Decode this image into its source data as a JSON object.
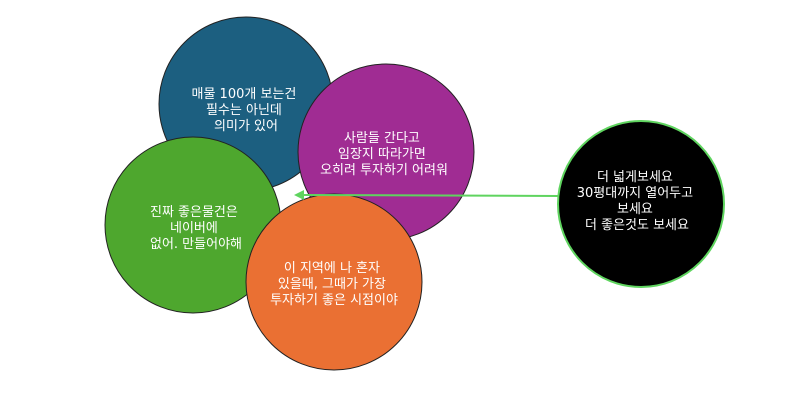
{
  "bubbles": [
    {
      "id": "bubble-listings",
      "color": "#1c5f80",
      "lines": [
        "매물 100개 보는건",
        "필수는 아닌데",
        "의미가 있어"
      ]
    },
    {
      "id": "bubble-field-trip",
      "color": "#a02c93",
      "lines": [
        "사람들 간다고",
        "임장지 따라가면",
        "오히려 투자하기 어려워"
      ]
    },
    {
      "id": "bubble-good-property",
      "color": "#4ea72e",
      "lines": [
        "진짜 좋은물건은",
        "네이버에",
        "없어. 만들어야해"
      ]
    },
    {
      "id": "bubble-alone-in-area",
      "color": "#ea7033",
      "lines": [
        "이 지역에 나 혼자",
        "있을때, 그때가 가장",
        "투자하기 좋은 시점이야"
      ]
    },
    {
      "id": "bubble-look-wider",
      "color": "#000000",
      "border": "#5fd45f",
      "lines": [
        "더 넓게보세요",
        "30평대까지 열어두고",
        "보세요",
        "더 좋은것도 보세요"
      ]
    }
  ],
  "connector": {
    "color": "#5fd45f"
  }
}
